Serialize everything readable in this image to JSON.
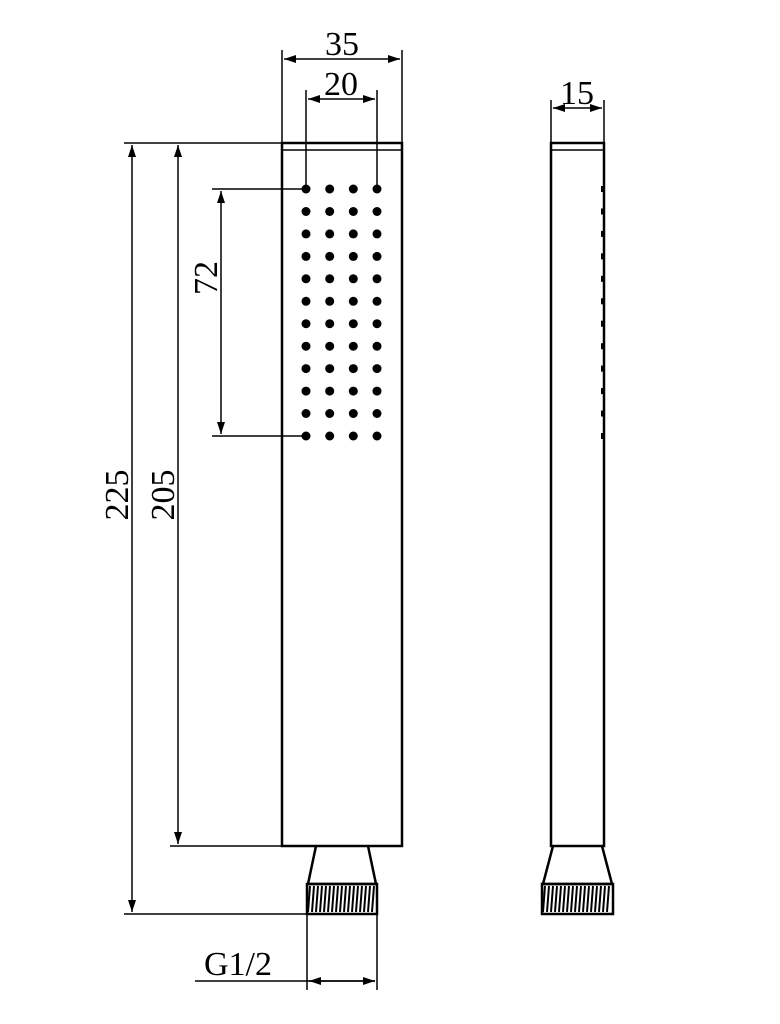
{
  "drawing": {
    "dimensions": {
      "front_width": "35",
      "nozzle_spacing": "20",
      "nozzle_field_height": "72",
      "overall_length": "225",
      "body_length": "205",
      "thread": "G1/2",
      "side_depth": "15"
    },
    "nozzle_grid": {
      "columns": 4,
      "rows": 12
    },
    "colors": {
      "line": "#000000",
      "background": "#ffffff"
    }
  }
}
